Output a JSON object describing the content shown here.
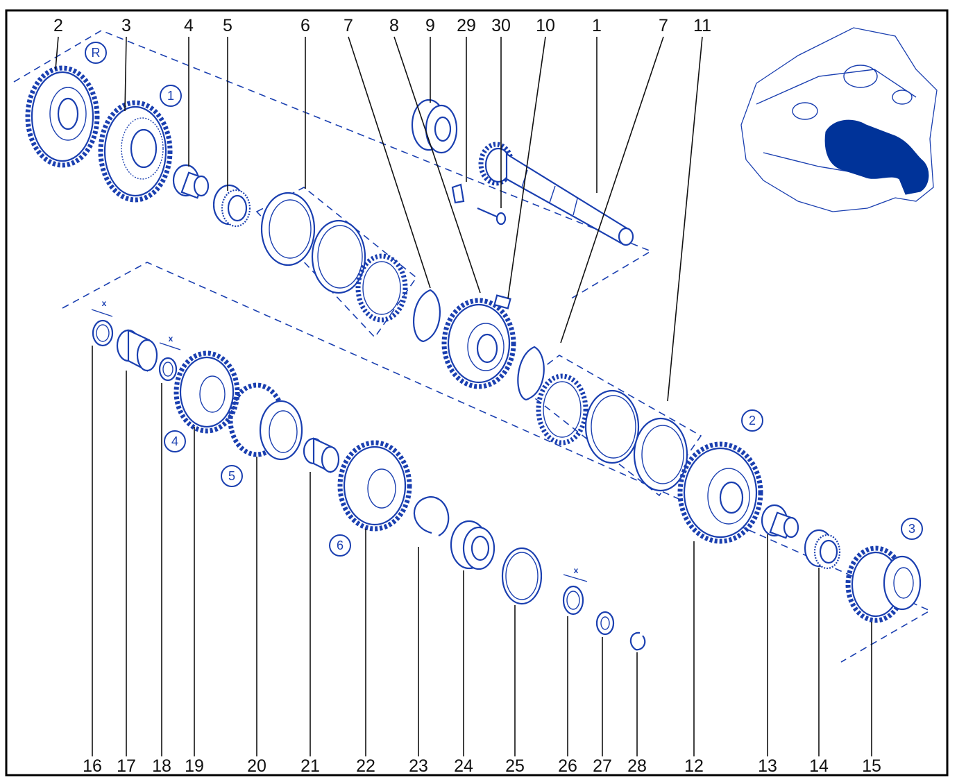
{
  "diagram": {
    "title": "",
    "top_labels": [
      "2",
      "3",
      "4",
      "5",
      "6",
      "7",
      "8",
      "9",
      "29",
      "30",
      "10",
      "1",
      "7",
      "11"
    ],
    "bottom_labels": [
      "16",
      "17",
      "18",
      "19",
      "20",
      "21",
      "22",
      "23",
      "24",
      "25",
      "26",
      "27",
      "28",
      "12",
      "13",
      "14",
      "15"
    ],
    "gear_markers": [
      "R",
      "1",
      "2",
      "3",
      "4",
      "5",
      "6"
    ],
    "clearance_mark": "x",
    "colors": {
      "line": "#1a3fb0",
      "highlight": "#003399",
      "label": "#111111",
      "frame": "#000000"
    }
  }
}
